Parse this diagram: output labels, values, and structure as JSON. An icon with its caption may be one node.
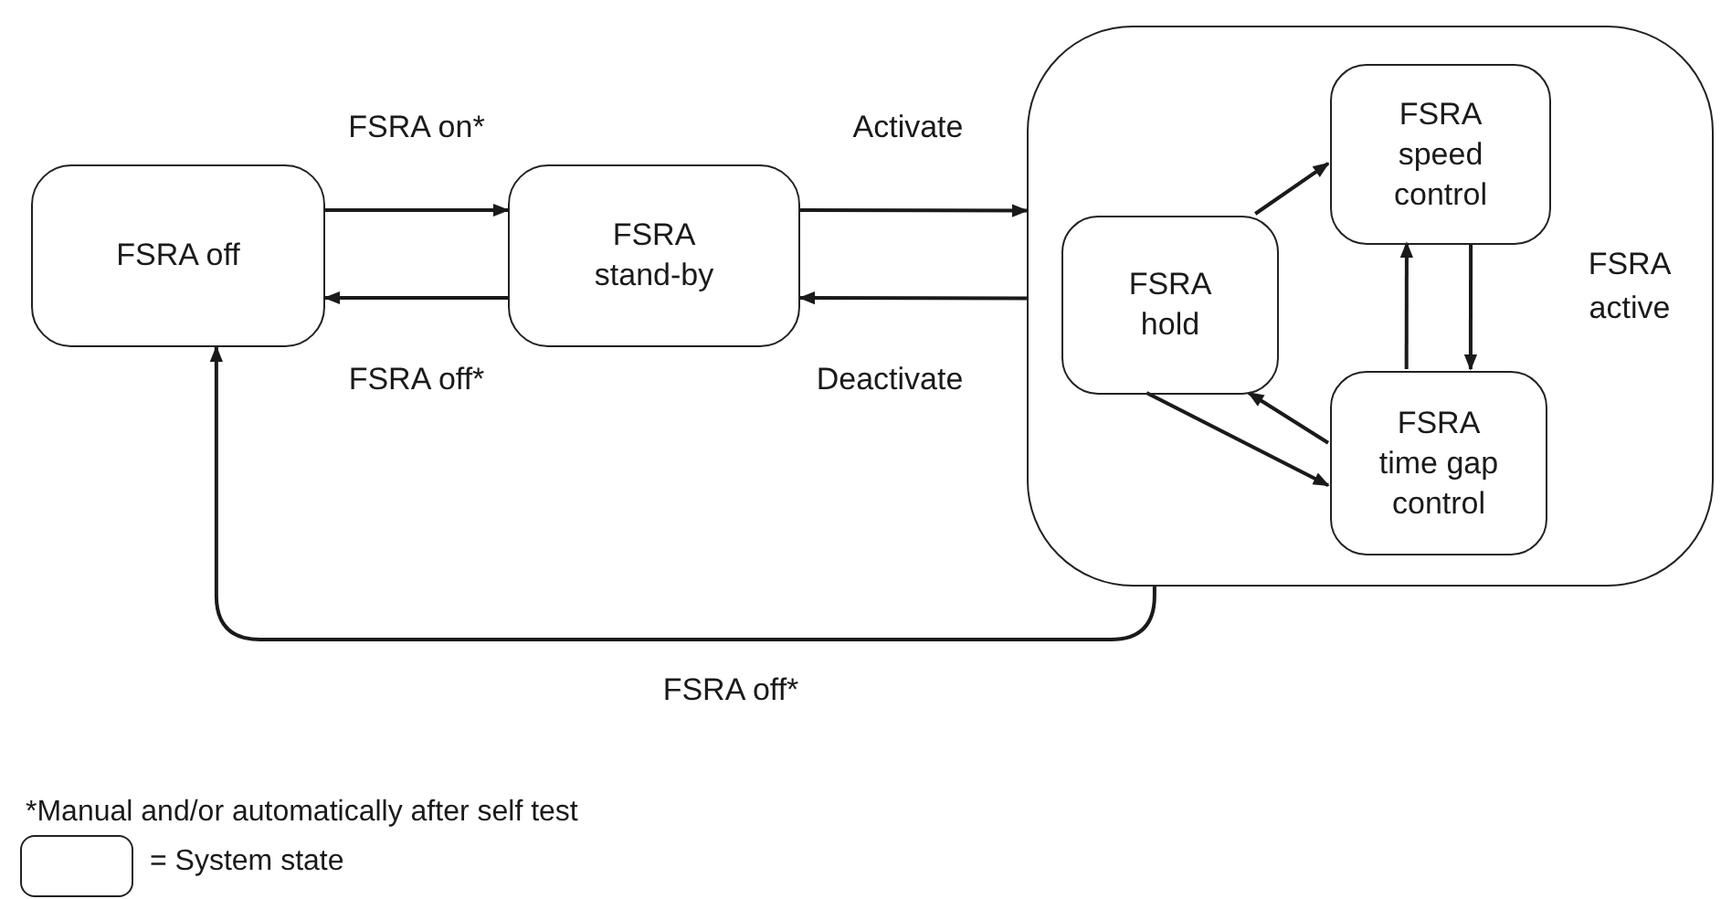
{
  "diagram": {
    "nodes": [
      {
        "text": [
          "FSRA off"
        ]
      },
      {
        "text": [
          "FSRA stand-by"
        ]
      },
      {
        "text": [
          "FSRA active"
        ]
      },
      {
        "text": [
          "FSRA speed control"
        ],
        "in": 2
      },
      {
        "text": [
          "FSRA hold"
        ],
        "in": 2
      },
      {
        "text": [
          "FSRA time gap control"
        ],
        "in": 2
      }
    ],
    "edges": [
      {
        "from": 0,
        "to": 1,
        "arrow": "to",
        "label": "FSRA on*"
      },
      {
        "from": 1,
        "to": 0,
        "arrow": "to",
        "label": "FSRA off*"
      },
      {
        "from": 1,
        "to": 2,
        "arrow": "to",
        "label": "Activate"
      },
      {
        "from": 2,
        "to": 1,
        "arrow": "to",
        "label": "Deactivate"
      },
      {
        "from": 4,
        "to": 3,
        "arrow": "to"
      },
      {
        "from": 3,
        "to": 5,
        "arrow": "to"
      },
      {
        "from": 5,
        "to": 3,
        "arrow": "to"
      },
      {
        "from": 5,
        "to": 4,
        "arrow": "to"
      },
      {
        "from": 4,
        "to": 5,
        "arrow": "to"
      },
      {
        "from": 2,
        "to": 0,
        "arrow": "to",
        "label": "FSRA off*"
      }
    ],
    "labels": [
      "*Manual and/or automatically after self test"
    ],
    "legend": [
      {
        "text": "= System state"
      }
    ]
  }
}
